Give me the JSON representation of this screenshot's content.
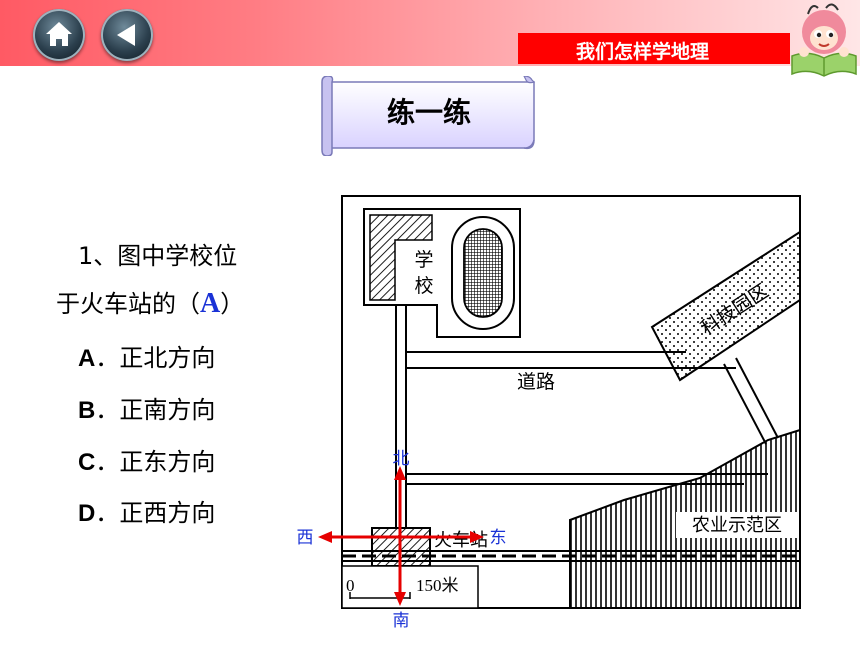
{
  "header": {
    "home_icon": "home-icon",
    "back_icon": "back-arrow-icon",
    "banner_text": "我们怎样学地理"
  },
  "scroll": {
    "title": "练一练"
  },
  "question": {
    "line1": "1、图中学校位",
    "line2_pre": "于火车站的（",
    "answer": "A",
    "line2_post": "）",
    "options": [
      {
        "letter": "A",
        "text": "．正北方向"
      },
      {
        "letter": "B",
        "text": "．正南方向"
      },
      {
        "letter": "C",
        "text": "．正东方向"
      },
      {
        "letter": "D",
        "text": "．正西方向"
      }
    ]
  },
  "map": {
    "school": "学校",
    "school_c1": "学",
    "school_c2": "校",
    "tech_park": "科技园区",
    "road": "道路",
    "station": "火车站",
    "agri_zone": "农业示范区",
    "scale_zero": "0",
    "scale_value": "150米",
    "compass": {
      "north": "北",
      "south": "南",
      "east": "东",
      "west": "西"
    },
    "colors": {
      "compass": "#e60000",
      "compass_text": "#1a32d6"
    }
  }
}
